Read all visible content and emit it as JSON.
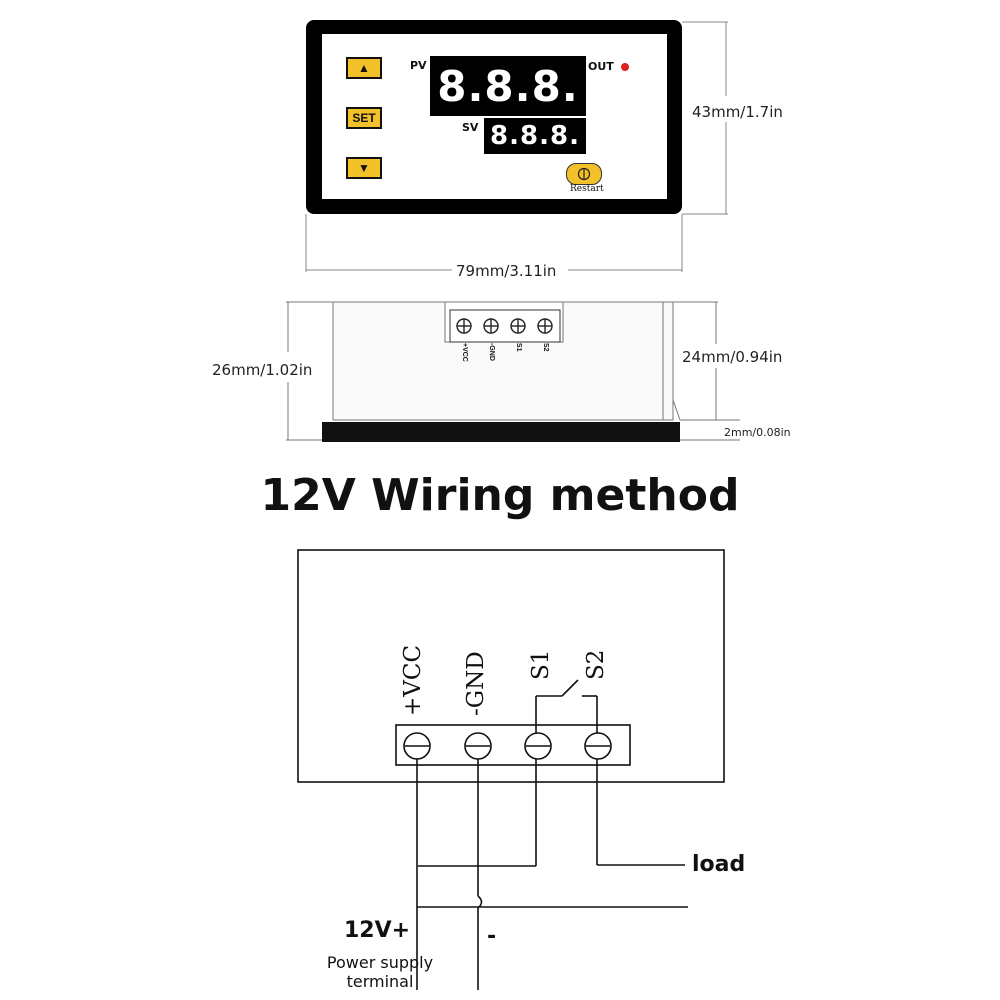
{
  "front": {
    "up_key": "▲",
    "set_key": "SET",
    "down_key": "▼",
    "pv_label": "PV",
    "sv_label": "SV",
    "out_label": "OUT",
    "pv_value": "8.8.8.",
    "sv_value": "8.8.8.",
    "restart_label": "Restart",
    "height_dim": "43mm/1.7in",
    "width_dim": "79mm/3.11in"
  },
  "side": {
    "terminals": [
      "+VCC",
      "-GND",
      "S1",
      "S2"
    ],
    "total_height_dim": "26mm/1.02in",
    "body_height_dim": "24mm/0.94in",
    "panel_thickness_dim": "2mm/0.08in"
  },
  "title": "12V Wiring method",
  "wiring": {
    "terminal_labels": [
      "+VCC",
      "-GND",
      "S1",
      "S2"
    ],
    "load_label": "load",
    "positive_label": "12V+",
    "negative_label": "-",
    "supply_label_line1": "Power supply",
    "supply_label_line2": "terminal"
  },
  "colors": {
    "key_yellow": "#f2c028",
    "out_led": "#e02020"
  }
}
